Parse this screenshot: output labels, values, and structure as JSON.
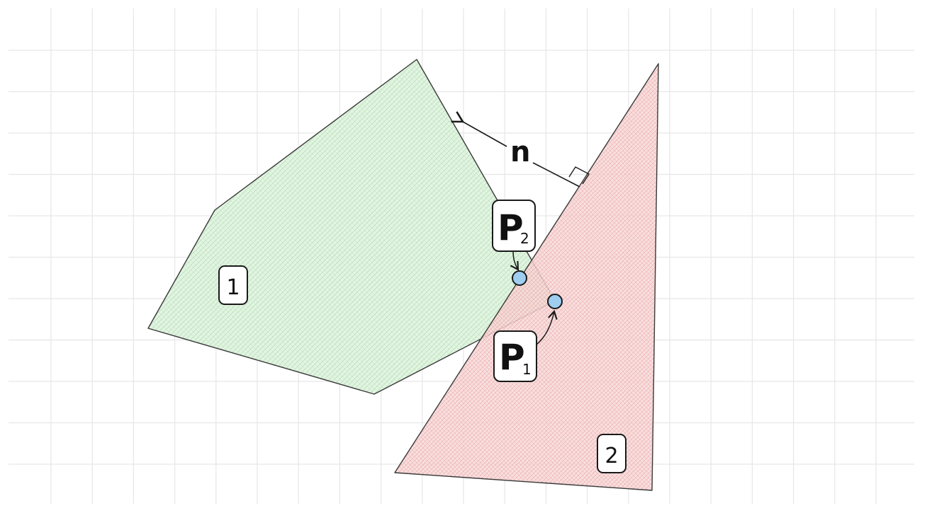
{
  "shapes": {
    "polygon_1": {
      "label": "1",
      "fill": "#cfeccf",
      "stroke": "#3a3a3a"
    },
    "polygon_2": {
      "label": "2",
      "fill": "#f2c2c2",
      "stroke": "#3a3a3a"
    }
  },
  "normal": {
    "label": "n"
  },
  "points": {
    "p1": {
      "letter": "P",
      "subscript": "1",
      "fill": "#9fcdf0"
    },
    "p2": {
      "letter": "P",
      "subscript": "2",
      "fill": "#9fcdf0"
    }
  },
  "colors": {
    "grid": "#e6e6e6",
    "ink": "#1a1a1a"
  }
}
